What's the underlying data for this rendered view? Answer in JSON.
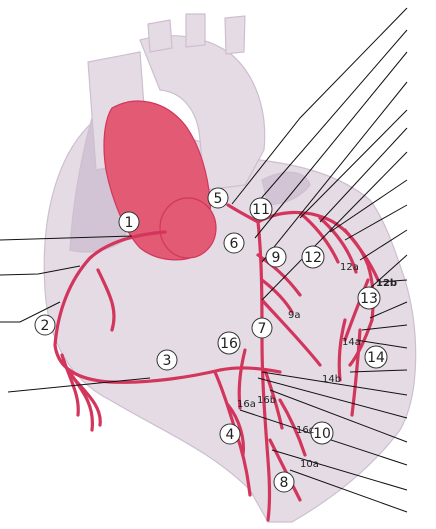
{
  "diagram": {
    "colors": {
      "heart": "#e4dbe4",
      "heart_shade": "#d2c4d4",
      "vessel_outline": "#cdbfd1",
      "aorta": "#e25a74",
      "artery": "#d3365c",
      "leader": "#111111",
      "circle_fill": "#ffffff",
      "circle_stroke": "#333333"
    },
    "circle_labels": [
      "1",
      "2",
      "3",
      "4",
      "5",
      "6",
      "7",
      "8",
      "9",
      "10",
      "11",
      "12",
      "13",
      "14",
      "16"
    ],
    "small_labels": [
      "9a",
      "10a",
      "12a",
      "12b",
      "14a",
      "14b",
      "16a",
      "16b",
      "16c"
    ]
  }
}
